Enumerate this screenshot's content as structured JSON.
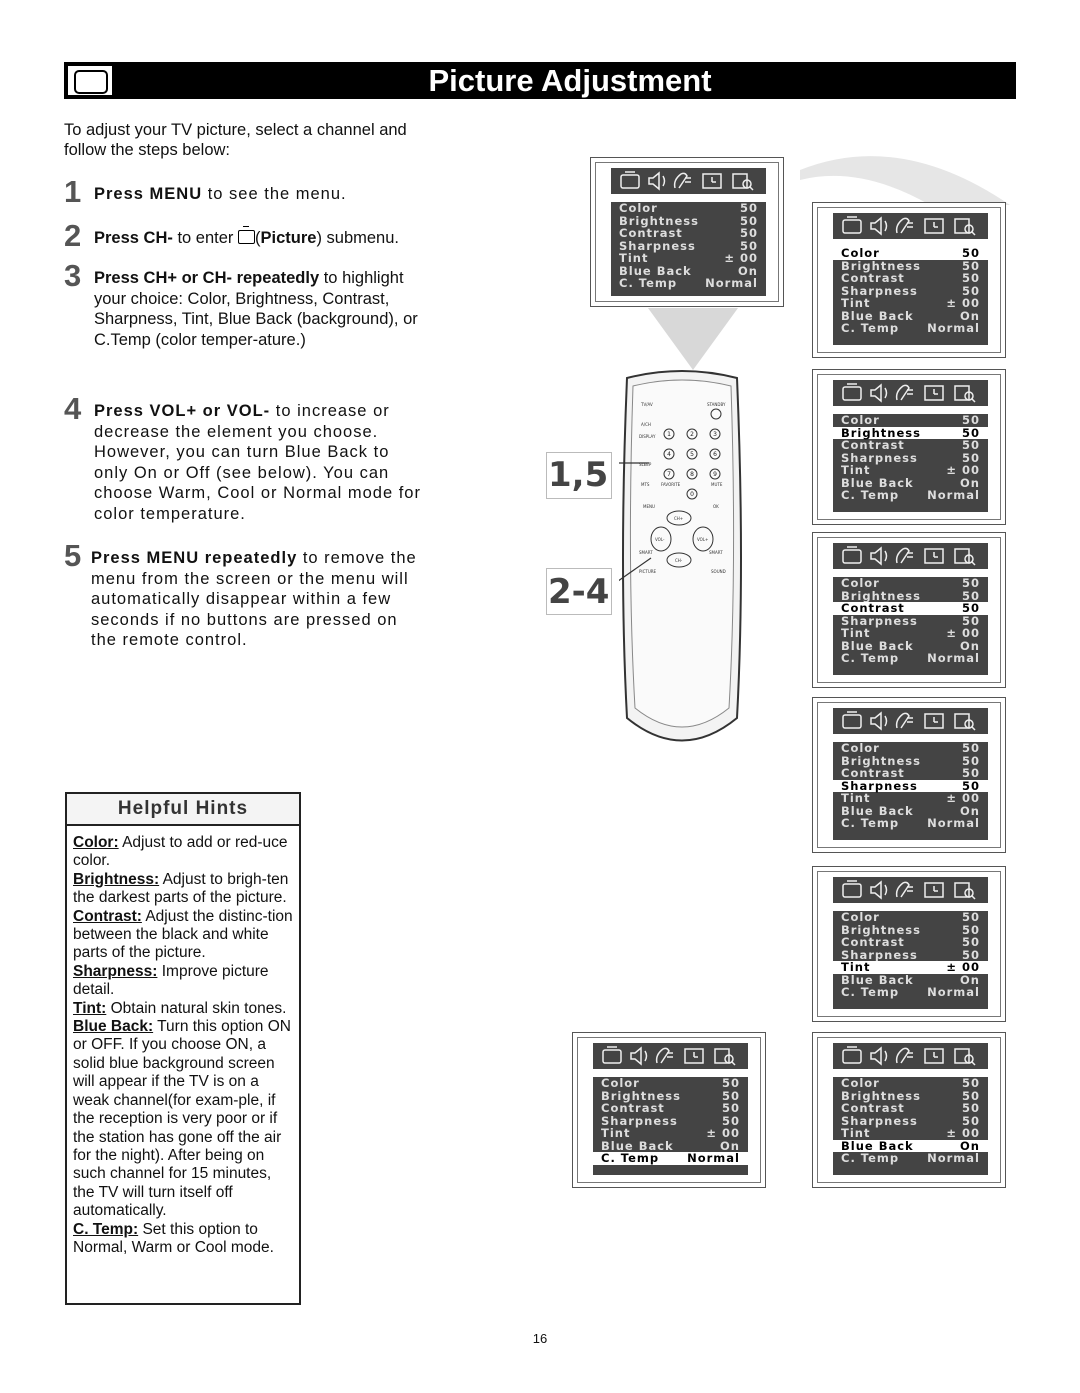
{
  "header": {
    "title": "Picture Adjustment"
  },
  "intro": "To adjust your TV picture, select a channel and follow the steps below:",
  "steps": [
    {
      "num": "1",
      "bold": "Press MENU",
      "text": " to see the menu."
    },
    {
      "num": "2",
      "bold": "Press CH-",
      "text_a": " to enter ",
      "bold2": "Picture",
      "text_b": " submenu."
    },
    {
      "num": "3",
      "bold": "Press CH+ or CH- repeatedly",
      "text": " to highlight your choice:  Color, Brightness, Contrast, Sharpness, Tint, Blue Back (background), or C.Temp (color temper-ature.)"
    },
    {
      "num": "4",
      "bold": "Press VOL+ or VOL-",
      "text": " to increase or decrease the element you choose. However, you can turn Blue Back to only On or Off (see below). You can choose Warm, Cool or Normal mode for color temperature."
    },
    {
      "num": "5",
      "bold": "Press MENU repeatedly",
      "text": " to remove the menu from the screen or the menu will automatically disappear within a few seconds if no buttons are pressed on the remote control."
    }
  ],
  "hints": {
    "title": "Helpful Hints",
    "items": [
      {
        "term": "Color:",
        "text": " Adjust to add or  red-uce color."
      },
      {
        "term": "Brightness:",
        "text": " Adjust to brigh-ten the darkest parts of the picture."
      },
      {
        "term": "Contrast:",
        "text": " Adjust the distinc-tion between the black and white parts of  the picture."
      },
      {
        "term": "Sharpness:",
        "text": " Improve picture detail."
      },
      {
        "term": "Tint:",
        "text": " Obtain natural skin tones."
      },
      {
        "term": "Blue Back:",
        "text": "  Turn this option ON or OFF. If you choose ON, a solid blue background screen will appear if  the TV is on a weak channel(for exam-ple, if the reception is  very poor or if the  station has gone off the air  for the night). After being on such  channel for 15 minutes, the TV will turn itself off  automatically."
      },
      {
        "term": "C. Temp:",
        "text": " Set this option to Normal, Warm or Cool mode."
      }
    ]
  },
  "remote": {
    "labels": [
      "1,5",
      "2-4"
    ],
    "buttons": [
      "TV/AV",
      "STANDBY",
      "A/CH",
      "DISPLAY",
      "SLEEP",
      "MTS",
      "FAVORITE",
      "MUTE",
      "MENU",
      "OK",
      "CH+",
      "VOL-",
      "VOL+",
      "SMART",
      "CH-",
      "PICTURE",
      "SOUND",
      "1",
      "2",
      "3",
      "4",
      "5",
      "6",
      "7",
      "8",
      "9",
      "0"
    ]
  },
  "menu": {
    "rows": [
      {
        "label": "Color",
        "value": "50"
      },
      {
        "label": "Brightness",
        "value": "50"
      },
      {
        "label": "Contrast",
        "value": "50"
      },
      {
        "label": "Sharpness",
        "value": "50"
      },
      {
        "label": "Tint",
        "value": "± 00"
      },
      {
        "label": "Blue Back",
        "value": "On"
      },
      {
        "label": "C. Temp",
        "value": "Normal"
      }
    ],
    "panels": [
      {
        "id": "main",
        "highlight": -1
      },
      {
        "id": "color",
        "highlight": 0
      },
      {
        "id": "brightness",
        "highlight": 1
      },
      {
        "id": "contrast",
        "highlight": 2
      },
      {
        "id": "sharpness",
        "highlight": 3
      },
      {
        "id": "tint",
        "highlight": 4
      },
      {
        "id": "ctemp",
        "highlight": 6
      },
      {
        "id": "blueback",
        "highlight": 5
      }
    ]
  },
  "page_number": "16"
}
